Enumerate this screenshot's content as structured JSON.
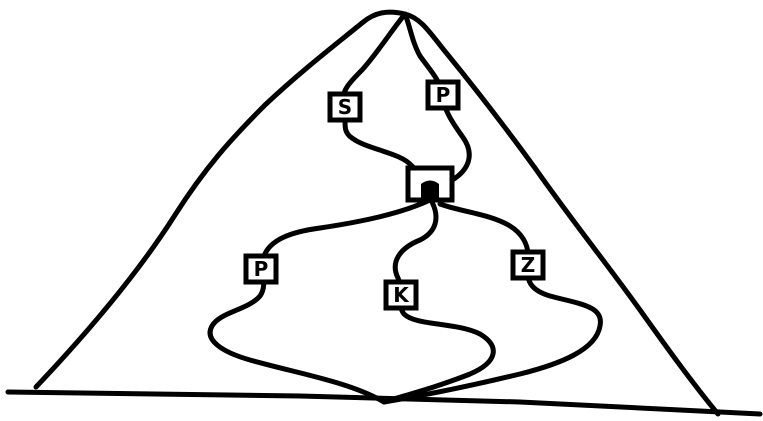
{
  "signs": [
    {
      "key": "s_upper_left",
      "letter": "S"
    },
    {
      "key": "p_upper_right",
      "letter": "P"
    },
    {
      "key": "p_lower_left",
      "letter": "P"
    },
    {
      "key": "k_lower_middle",
      "letter": "K"
    },
    {
      "key": "z_lower_right",
      "letter": "Z"
    }
  ],
  "colors": {
    "ink": "#000000",
    "background": "#ffffff"
  }
}
